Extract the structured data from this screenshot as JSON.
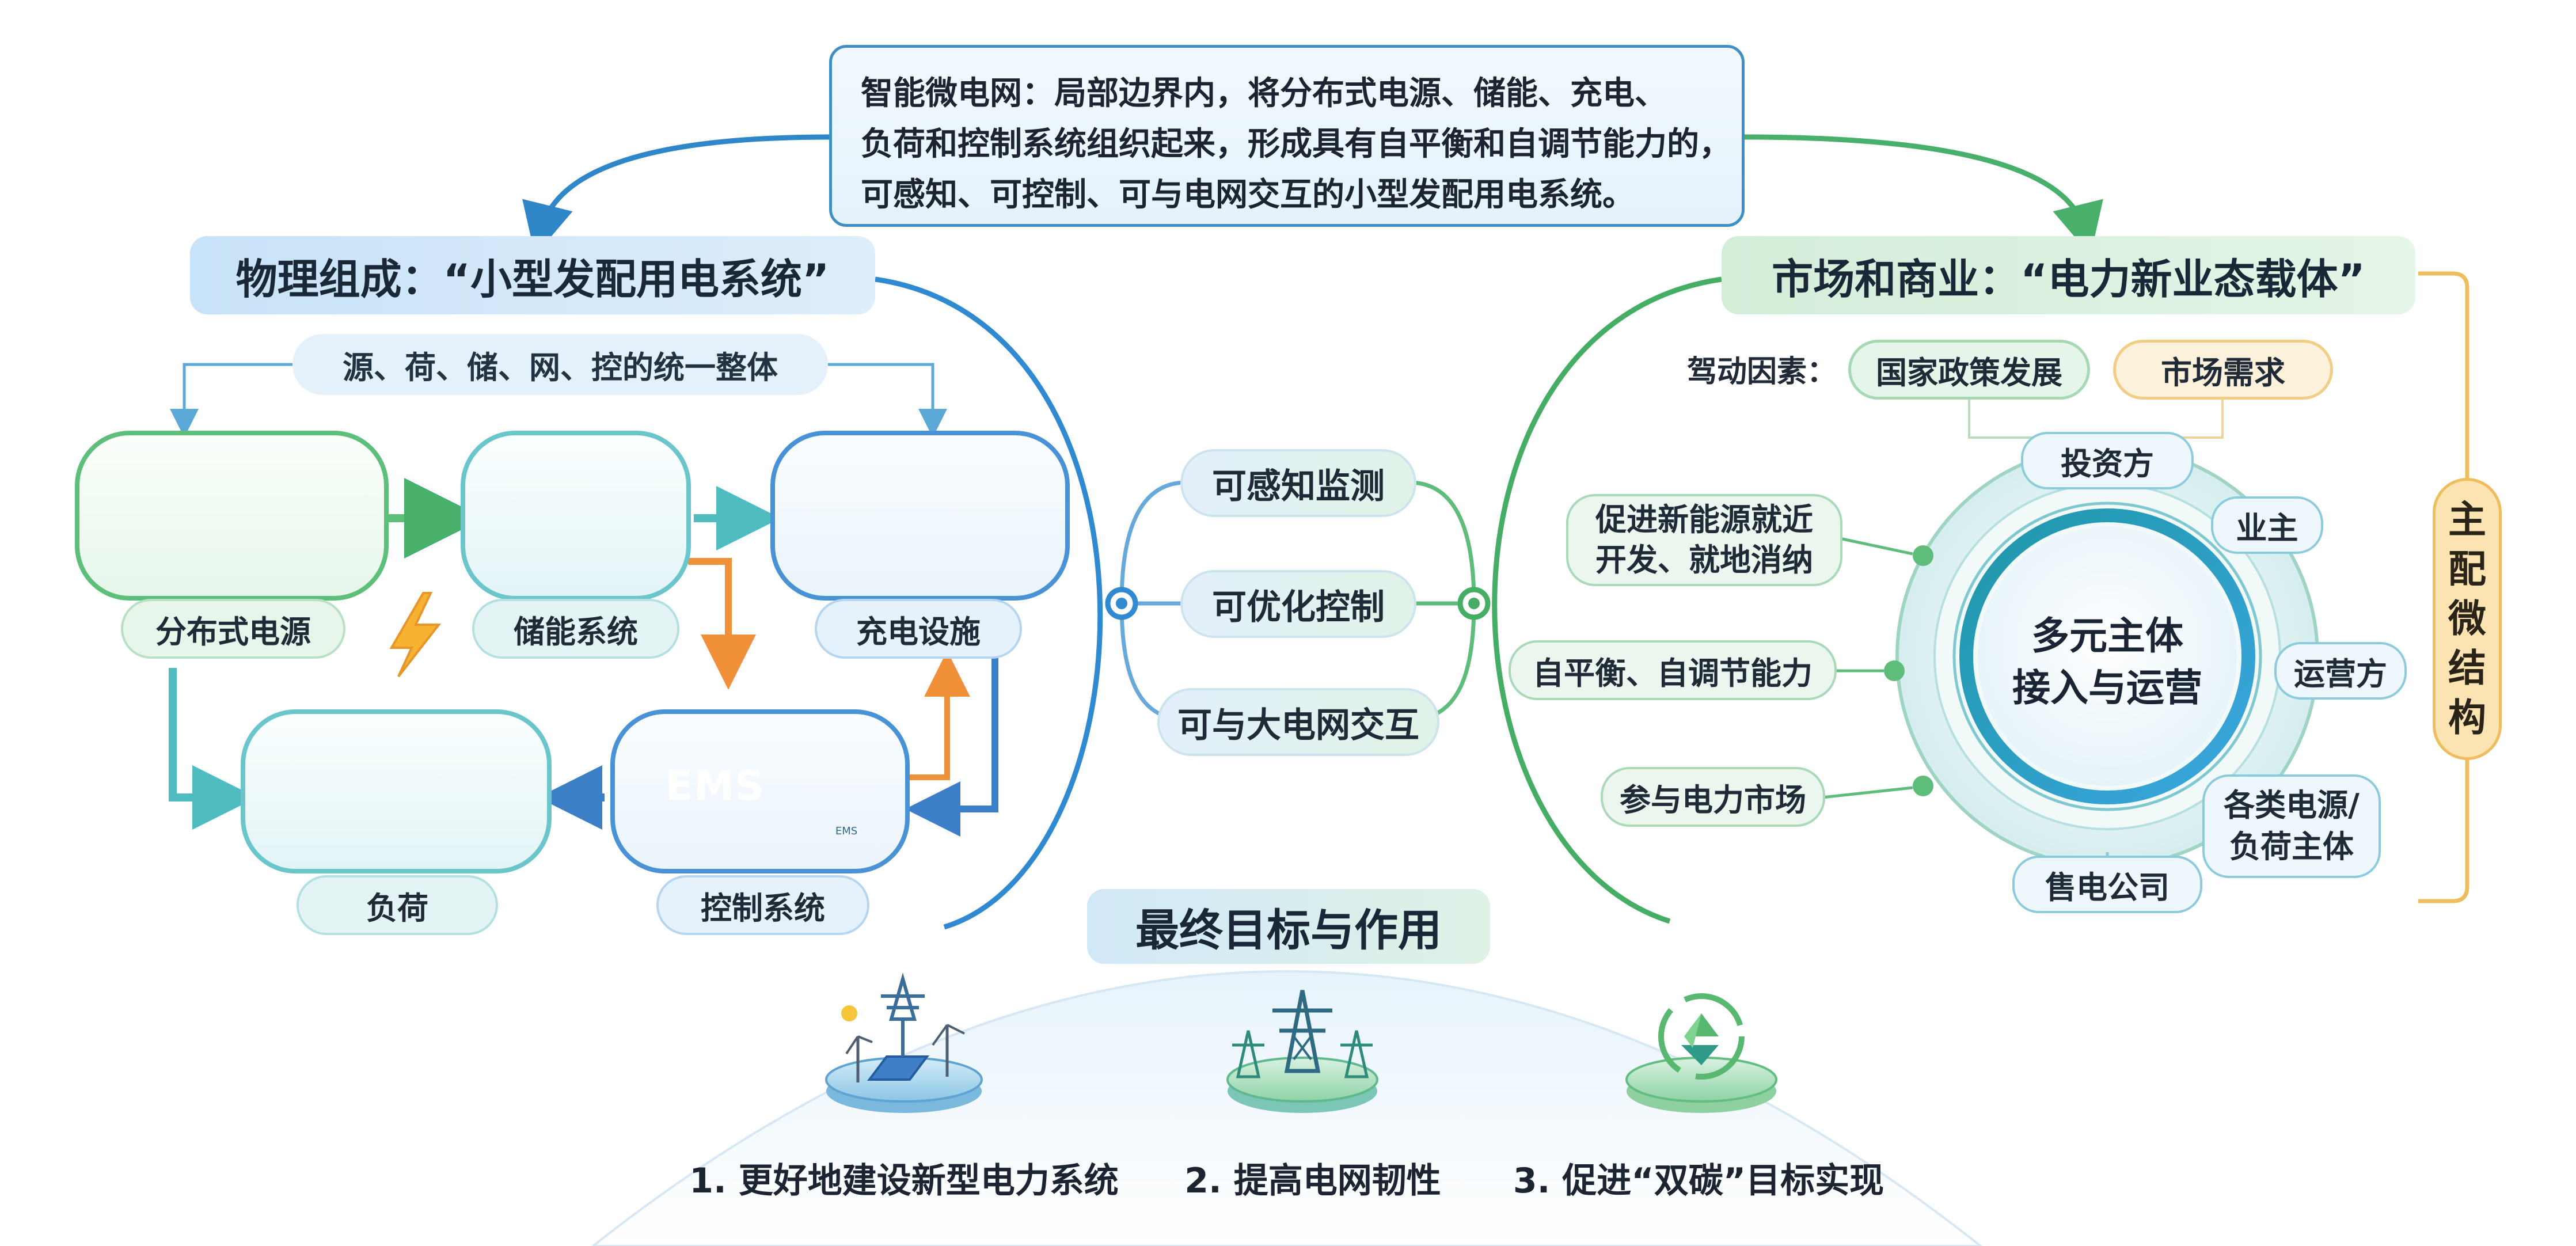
{
  "definition": {
    "line1": "智能微电网：局部边界内，将分布式电源、储能、充电、",
    "line2": "负荷和控制系统组织起来，形成具有自平衡和自调节能力的，",
    "line3": "可感知、可控制、可与电网交互的小型发配用电系统。"
  },
  "physical": {
    "title": "物理组成：“小型发配用电系统”",
    "unify": "源、荷、储、网、控的统一整体",
    "components": {
      "distributed": "分布式电源",
      "storage": "储能系统",
      "charging": "充电设施",
      "load": "负荷",
      "control": "控制系统"
    },
    "ems_label": "EMS",
    "ems_small": "EMS"
  },
  "capabilities": [
    "可感知监测",
    "可优化控制",
    "可与大电网交互"
  ],
  "market": {
    "title": "市场和商业：“电力新业态载体”",
    "driver_label": "驾动因素：",
    "drivers": [
      "国家政策发展",
      "市场需求"
    ],
    "benefits": [
      {
        "line1": "促进新能源就近",
        "line2": "开发、就地消纳"
      },
      {
        "line1": "自平衡、自调节能力",
        "line2": ""
      },
      {
        "line1": "参与电力市场",
        "line2": ""
      }
    ],
    "center": {
      "line1": "多元主体",
      "line2": "接入与运营"
    },
    "nodes": {
      "investor": "投资方",
      "owner": "业主",
      "operator": "运营方",
      "sources_line1": "各类电源/",
      "sources_line2": "负荷主体",
      "retailer": "售电公司"
    },
    "bracket": [
      "主",
      "配",
      "微",
      "结",
      "构"
    ]
  },
  "goals": {
    "title": "最终目标与作用",
    "items": [
      "1. 更好地建设新型电力系统",
      "2. 提高电网韧性",
      "3. 促进“双碳”目标实现"
    ]
  },
  "colors": {
    "blue": "#3d8fc6",
    "green": "#5dbf7a",
    "teal": "#6bc6cc",
    "orange": "#f0913a",
    "gold": "#efbd5e"
  }
}
